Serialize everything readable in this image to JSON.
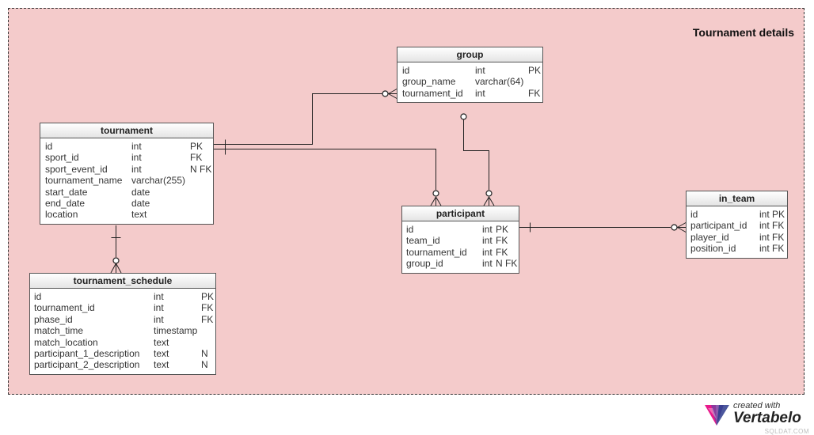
{
  "area": {
    "title": "Tournament details"
  },
  "tables": {
    "group": {
      "name": "group",
      "columns": [
        {
          "name": "id",
          "type": "int",
          "flags": "PK"
        },
        {
          "name": "group_name",
          "type": "varchar(64)",
          "flags": ""
        },
        {
          "name": "tournament_id",
          "type": "int",
          "flags": "FK"
        }
      ]
    },
    "tournament": {
      "name": "tournament",
      "columns": [
        {
          "name": "id",
          "type": "int",
          "flags": "PK"
        },
        {
          "name": "sport_id",
          "type": "int",
          "flags": "FK"
        },
        {
          "name": "sport_event_id",
          "type": "int",
          "flags": "N FK"
        },
        {
          "name": "tournament_name",
          "type": "varchar(255)",
          "flags": ""
        },
        {
          "name": "start_date",
          "type": "date",
          "flags": ""
        },
        {
          "name": "end_date",
          "type": "date",
          "flags": ""
        },
        {
          "name": "location",
          "type": "text",
          "flags": ""
        }
      ]
    },
    "participant": {
      "name": "participant",
      "columns": [
        {
          "name": "id",
          "type": "int",
          "flags": "PK"
        },
        {
          "name": "team_id",
          "type": "int",
          "flags": "FK"
        },
        {
          "name": "tournament_id",
          "type": "int",
          "flags": "FK"
        },
        {
          "name": "group_id",
          "type": "int",
          "flags": "N FK"
        }
      ]
    },
    "in_team": {
      "name": "in_team",
      "columns": [
        {
          "name": "id",
          "type": "int",
          "flags": "PK"
        },
        {
          "name": "participant_id",
          "type": "int",
          "flags": "FK"
        },
        {
          "name": "player_id",
          "type": "int",
          "flags": "FK"
        },
        {
          "name": "position_id",
          "type": "int",
          "flags": "FK"
        }
      ]
    },
    "tournament_schedule": {
      "name": "tournament_schedule",
      "columns": [
        {
          "name": "id",
          "type": "int",
          "flags": "PK"
        },
        {
          "name": "tournament_id",
          "type": "int",
          "flags": "FK"
        },
        {
          "name": "phase_id",
          "type": "int",
          "flags": "FK"
        },
        {
          "name": "match_time",
          "type": "timestamp",
          "flags": ""
        },
        {
          "name": "match_location",
          "type": "text",
          "flags": ""
        },
        {
          "name": "participant_1_description",
          "type": "text",
          "flags": "N"
        },
        {
          "name": "participant_2_description",
          "type": "text",
          "flags": "N"
        }
      ]
    }
  },
  "watermark": {
    "small": "created with",
    "brand": "Vertabelo",
    "site": "SQLDAT.COM",
    "colors": [
      "#e6007e",
      "#7a3fa0",
      "#2d3a8c"
    ]
  },
  "colors": {
    "area": "#f4cbcb",
    "line": "#222222"
  }
}
